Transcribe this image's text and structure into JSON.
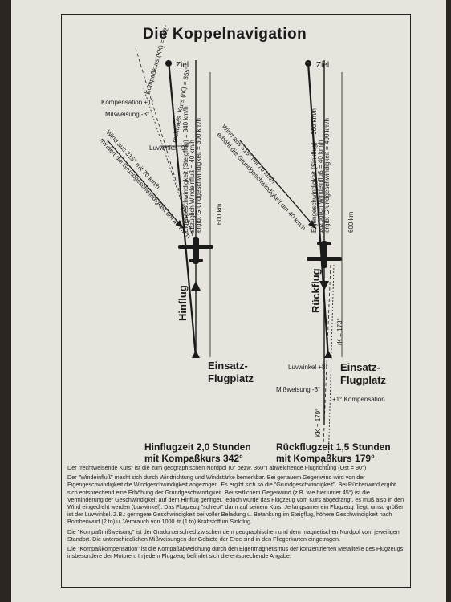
{
  "title": "Die Koppelnavigation",
  "left": {
    "ziel": "Ziel",
    "kompasskurs": "Kompaßkurs (KK) = 342°",
    "rechtweis_kurs": "rechtweis. Kurs (rK) = 355°",
    "kompensation": "Kompensation +1°",
    "missweisung": "Mißweisung -3°",
    "luvwinkel": "Luvwinkel -9°",
    "wind": "Wind aus 315° mit 70 km/h",
    "wind2": "mindert die Grundgeschwindigkeit um 40 km/h",
    "wind_r": "Wind aus 315° mit 70 km/h",
    "wind_r2": "erhöht die Grundgeschwindigkeit um 40 km/h",
    "speed1": "Eigengeschwindigkeit (Steigflug) = 340 km/h",
    "speed2": "abzüglich Windeinfluß = 40 km/h",
    "speed3": "ergibt Grundgeschwindigkeit = 300 km/h",
    "distance": "600 km",
    "flight_label": "Hinflug",
    "einsatz1": "Einsatz-",
    "einsatz2": "Flugplatz",
    "summary1": "Hinflugzeit 2,0 Stunden",
    "summary2": "mit Kompaßkurs 342°"
  },
  "right": {
    "ziel": "Ziel",
    "speed1": "Eigengeschwindigkeit (Sinkflug) = 360 km/h",
    "speed2": "zuzüglich Windeinfluß = 40 km/h",
    "speed3": "ergibt Grundgeschwindigkeit = 400 km/h",
    "distance": "600 km",
    "flight_label": "Rückflug",
    "rk": "rK = 173°",
    "luvwinkel": "Luvwinkel +8°",
    "missweisung": "Mißweisung -3°",
    "kompensation": "+1° Kompensation",
    "kk": "KK = 179°",
    "einsatz1": "Einsatz-",
    "einsatz2": "Flugplatz",
    "summary1": "Rückflugzeit 1,5 Stunden",
    "summary2": "mit Kompaßkurs 179°"
  },
  "notes": [
    "Der \"rechtweisende Kurs\" ist die zum geographischen Nordpol (0° bezw. 360°) abweichende Flugrichtung (Ost = 90°)",
    "Der \"Windeinfluß\" macht sich durch Windrichtung und Windstärke bemerkbar. Bei genauem Gegenwind wird von der Eigengeschwindigkeit die Windgeschwindigkeit abgezogen. Es ergibt sich so die \"Grundgeschwindigkeit\". Bei Rückenwind ergibt sich entsprechend eine Erhöhung der Grundgeschwindigkeit. Bei seitlichem Gegenwind (z.B. wie hier unter 45°) ist die Verminderung der Geschwindigkeit auf dem Hinflug geringer, jedoch würde das Flugzeug vom Kurs abgedrängt, es muß also in den Wind eingedreht werden (Luvwinkel). Das Flugzeug \"schiebt\" dann auf seinem Kurs. Je langsamer ein Flugzeug fliegt, umso größer ist der Luvwinkel. Z.B.: geringere Geschwindigkeit bei voller Beladung u. Betankung im Steigflug, höhere Geschwindigkeit nach Bombenwurf (2 to) u. Verbrauch von 1000 ltr (1 to) Kraftstoff im Sinkflug.",
    "Die \"Kompaßmißweisung\" ist der Gradunterschied zwischen dem geographischen und dem magnetischen Nordpol vom jeweiligen Standort. Die unterschiedlichen Mißweisungen der Gebiete der Erde sind in den Fliegerkarten eingetragen.",
    "Die \"Kompaßkompensation\" ist die Kompaßabweichung durch den Eigenmagnetismus der konzentrierten Metallteile des Flugzeugs, insbesondere der Motoren. In jedem Flugzeug befindet sich die entsprechende Angabe."
  ]
}
